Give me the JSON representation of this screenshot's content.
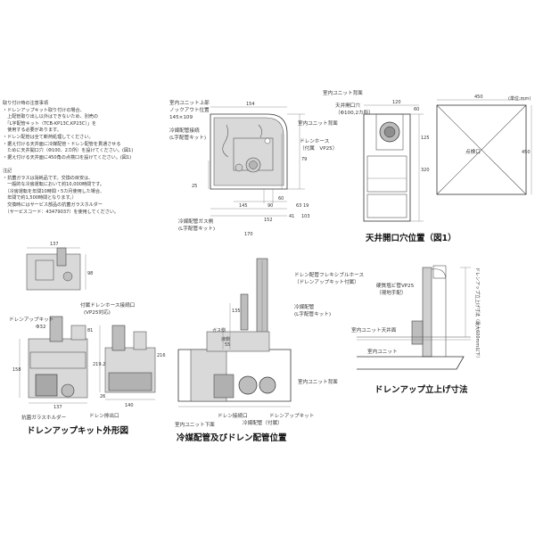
{
  "notes": {
    "lines": [
      "取り付け時の注意事項",
      "・ドレンアップキット取り付けの場合、",
      "　上配管取り出し以外はできないため、別売の",
      "　「L字配管キット（TCB-KP13C,KP23C）」を",
      "　使用する必要があります。",
      "・ドレン配管は全て断熱処理してください。",
      "・据え付ける天井面に冷媒配管・ドレン配管を貫通させる",
      "　ために天井開口穴（Φ100、2カ所）を設けてください。(図1)",
      "・据え付ける天井面に450角の点検口を設けてください。(図1)",
      "",
      "注記",
      "・抗菌ガラスは消耗品です。交換の目安は、",
      "　一般的な冷房運転において約10,000時間です。",
      "　（冷房運転を年間10時間・5カ月使用した場合、",
      "　年間で約1,500時間となります。）",
      "　交換時にはサービス部品の抗菌ガラスホルダー",
      "　（サービスコード：43479037）を使用してください。"
    ]
  },
  "titles": {
    "drain_kit": "ドレンアップキット外形図",
    "piping": "冷媒配管及びドレン配管位置",
    "ceiling_opening": "天井開口穴位置（図1）",
    "drain_up": "ドレンアップ立上げ寸法"
  },
  "top_view": {
    "labels": {
      "knockout": "室内ユニット上部",
      "knockout2": "ノックアウト位置",
      "knockout3": "145×109",
      "refrig_l": "冷媒配管接続",
      "refrig_l2": "(L字配管キット)",
      "back": "室内ユニット背面",
      "drain_hose": "ドレンホース",
      "drain_hose2": "（付属　VP25）",
      "gas": "冷媒配管ガス側",
      "gas2": "(L字配管キット)"
    },
    "dims": [
      "154",
      "60",
      "145",
      "90",
      "152",
      "170",
      "25",
      "63",
      "19",
      "103",
      "41",
      "79"
    ]
  },
  "ceiling": {
    "back": "室内ユニット背面",
    "hole": "天井開口穴",
    "hole2": "（Φ100,2カ所）",
    "inspect": "点検口",
    "unit": "(単位:mm)",
    "dims": [
      "120",
      "60",
      "450",
      "450",
      "320",
      "125"
    ]
  },
  "drain_kit": {
    "labels": {
      "hose": "付属ドレンホース接続口",
      "hose2": "(VP25対応)",
      "kit": "ドレンアップキット",
      "phi": "Φ32",
      "holder": "抗菌ガラスホルダー",
      "outlet": "ドレン排出口"
    },
    "dims": [
      "137",
      "98",
      "81",
      "216",
      "219.2",
      "158",
      "137",
      "140",
      "26"
    ]
  },
  "piping": {
    "labels": {
      "flex": "ドレン配管フレキシブルホース",
      "flex2": "（ドレンアップキット付属）",
      "refrig": "冷媒配管",
      "refrig2": "(L字配管キット)",
      "back": "室内ユニット背面",
      "bottom": "室内ユニット下面",
      "drainport": "ドレン接続口",
      "refpipe": "冷媒配管（付属）",
      "kit": "ドレンアップキット",
      "gas": "ガス側",
      "liquid": "液側"
    },
    "dims": [
      "135",
      "55"
    ]
  },
  "drain_up": {
    "labels": {
      "pvc": "硬質塩ビ管VP25",
      "pvc2": "（現地手配）",
      "ceiling": "室内ユニット天井面",
      "unit": "室内ユニット",
      "height": "ドレンアップ立上げ寸法（最大600mm以下）"
    }
  }
}
